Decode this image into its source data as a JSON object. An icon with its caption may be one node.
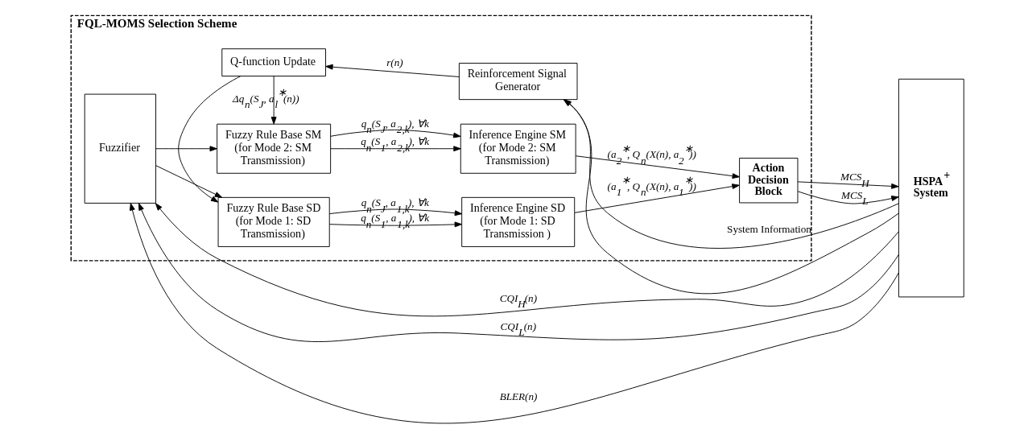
{
  "diagram": {
    "nodes": [
      {
        "text": [
          "FQL-MOMS Selection Scheme"
        ]
      },
      {
        "text": [
          "Fuzzifier"
        ],
        "in": 0
      },
      {
        "text": [
          "Fuzzy Rule Base SD (for Mode 1: SD Transmission)"
        ],
        "in": 0
      },
      {
        "text": [
          "Fuzzy Rule Base SM (for Mode 2: SM Transmission)"
        ],
        "in": 0
      },
      {
        "text": [
          "Inference Engine SD (for Mode 1: SD Transmission )"
        ],
        "in": 0
      },
      {
        "text": [
          "Inference Engine SM (for Mode 2: SM Transmission)"
        ],
        "in": 0
      },
      {
        "text": [
          "Action Decision Block"
        ],
        "in": 0
      },
      {
        "text": [
          "Q-function Update"
        ],
        "in": 0
      },
      {
        "text": [
          "Reinforcement Signal Generator"
        ],
        "in": 0
      },
      {
        "text": [
          "HSPA$^{+}$ System"
        ]
      }
    ],
    "edges": [
      {
        "from": 9,
        "to": 1,
        "arrow": "to",
        "label": "CQI$_{H}$(n)"
      },
      {
        "from": 9,
        "to": 1,
        "arrow": "to",
        "label": "CQI$_{L}$(n)"
      },
      {
        "from": 9,
        "to": 1,
        "arrow": "to",
        "label": "BLER(n)"
      },
      {
        "from": 1,
        "to": 2,
        "arrow": "to"
      },
      {
        "from": 1,
        "to": 3,
        "arrow": "to"
      },
      {
        "from": 7,
        "to": 2,
        "arrow": "to"
      },
      {
        "from": 7,
        "to": 3,
        "arrow": "to",
        "label": "Δq$_{n}$(S$_{J}$, a$_{l}$$^{∗}$(n))"
      },
      {
        "from": 2,
        "to": 4,
        "arrow": "to",
        "label": "q$_{n}$(S$_{1}$, a$_{1,k}$), ∀k"
      },
      {
        "from": 2,
        "to": 4,
        "arrow": "to",
        "label": "q$_{n}$(S$_{J}$, a$_{1,k}$), ∀k"
      },
      {
        "from": 3,
        "to": 5,
        "arrow": "to",
        "label": "q$_{n}$(S$_{1}$, a$_{2,k}$), ∀k"
      },
      {
        "from": 3,
        "to": 5,
        "arrow": "to",
        "label": "q$_{n}$(S$_{J}$, a$_{2,k}$), ∀k"
      },
      {
        "from": 4,
        "to": 6,
        "arrow": "to",
        "label": "(a$_{1}$$^{∗}$, Q$_{n}$(X(n), a$_{1}$$^{∗}$))"
      },
      {
        "from": 5,
        "to": 6,
        "arrow": "to",
        "label": "(a$_{2}$$^{∗}$, Q$_{n}$(X(n), a$_{2}$$^{∗}$))"
      },
      {
        "from": 6,
        "to": 9,
        "arrow": "to",
        "label": "MCS$_{H}$"
      },
      {
        "from": 6,
        "to": 9,
        "arrow": "to",
        "label": "MCS$_{L}$"
      },
      {
        "from": 9,
        "to": 8,
        "arrow": "to",
        "label": "System Information"
      },
      {
        "from": 8,
        "to": 7,
        "arrow": "to",
        "label": "r(n)"
      },
      {
        "from": 9,
        "to": 8,
        "arrow": "to"
      }
    ]
  }
}
